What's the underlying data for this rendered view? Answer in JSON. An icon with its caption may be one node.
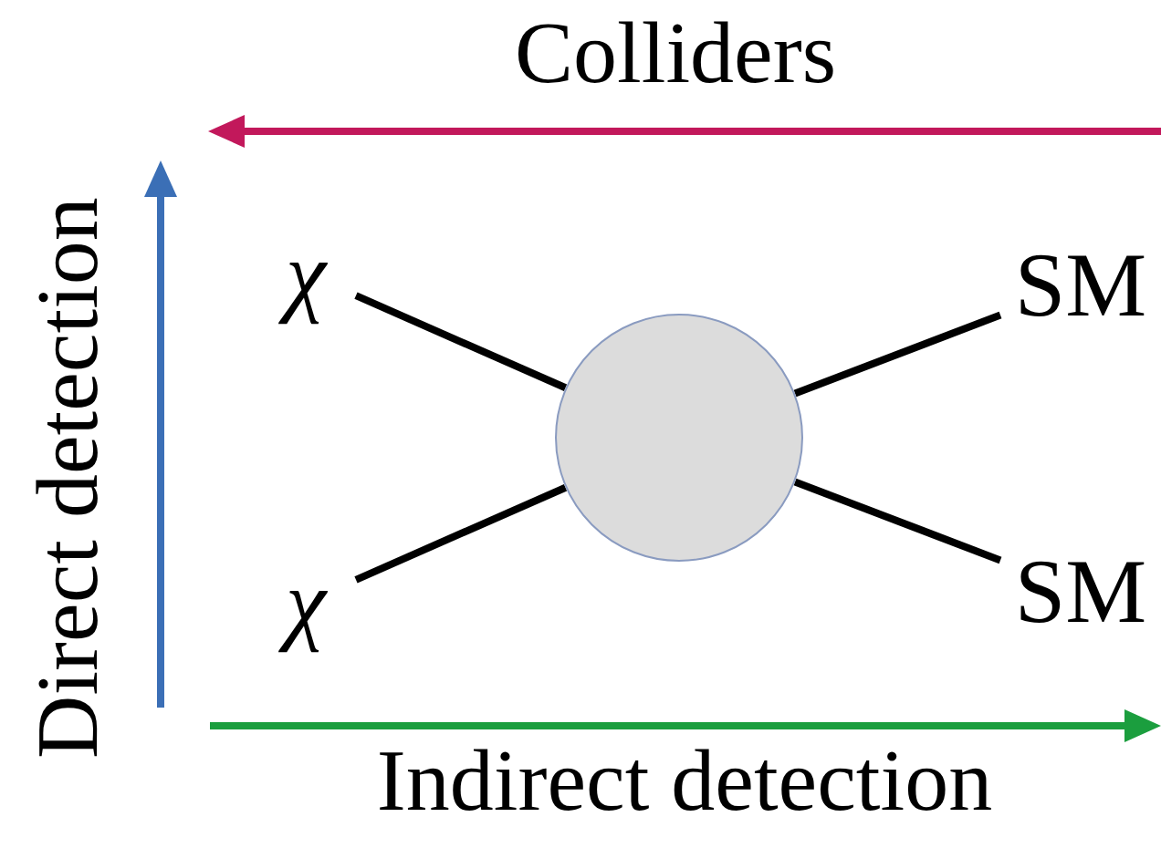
{
  "diagram": {
    "nodes": [
      {
        "text": [
          "χ"
        ]
      },
      {
        "text": [
          "χ"
        ]
      },
      {
        "text": [],
        "shape": "circle"
      },
      {
        "text": [
          "SM"
        ]
      },
      {
        "text": [
          "SM"
        ]
      }
    ],
    "edges": [
      {
        "from": 0,
        "to": 2,
        "arrow": "none"
      },
      {
        "from": 1,
        "to": 2,
        "arrow": "none"
      },
      {
        "from": 2,
        "to": 3,
        "arrow": "none"
      },
      {
        "from": 2,
        "to": 4,
        "arrow": "none"
      }
    ],
    "labels": [
      "Colliders",
      "Direct detection",
      "Indirect detection"
    ]
  }
}
